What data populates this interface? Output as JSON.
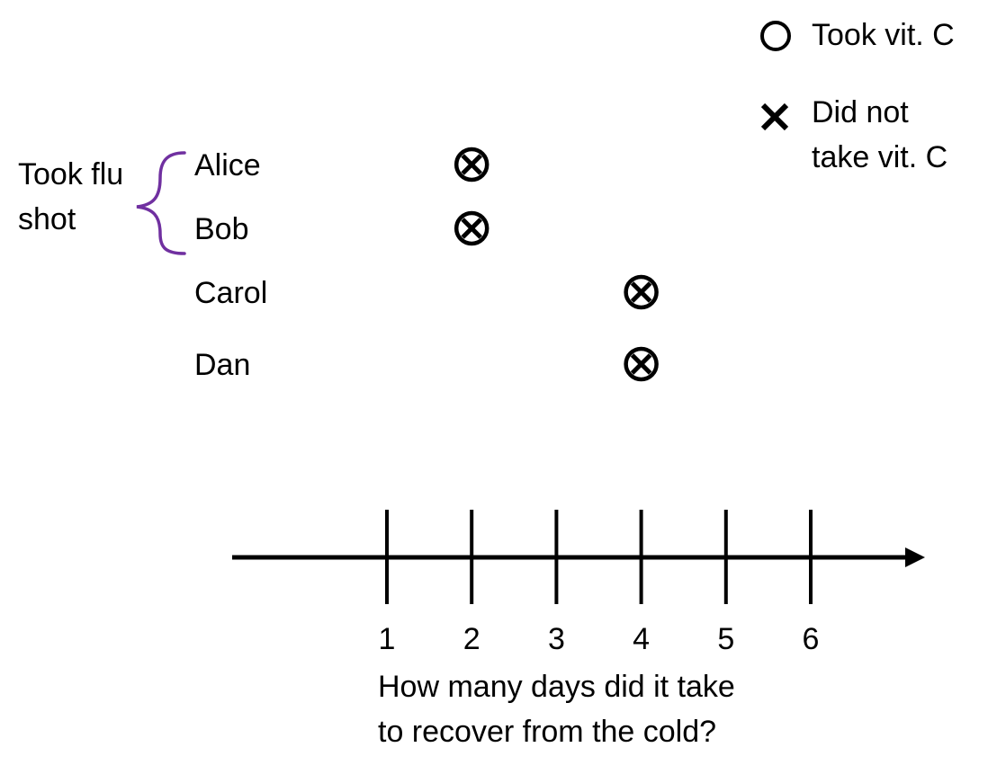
{
  "chart_data": {
    "type": "scatter",
    "x": [
      1,
      2,
      3,
      4,
      5,
      6
    ],
    "tick_labels": [
      "1",
      "2",
      "3",
      "4",
      "5",
      "6"
    ],
    "xlabel": [
      "How many days did it take",
      "to recover from the cold?"
    ],
    "people": [
      {
        "name": "Alice",
        "days": 2
      },
      {
        "name": "Bob",
        "days": 2
      },
      {
        "name": "Carol",
        "days": 4
      },
      {
        "name": "Dan",
        "days": 4
      }
    ],
    "group_bracket": {
      "label": [
        "Took flu",
        "shot"
      ],
      "members": [
        "Alice",
        "Bob"
      ],
      "color": "#7030a0"
    },
    "legend": {
      "placement": "top-right",
      "items": [
        {
          "marker": "circle",
          "lines": [
            "Took vit. C"
          ]
        },
        {
          "marker": "x",
          "lines": [
            "Did not",
            "take vit. C"
          ]
        }
      ]
    },
    "marker_style": "circle-with-x",
    "grid": false
  }
}
